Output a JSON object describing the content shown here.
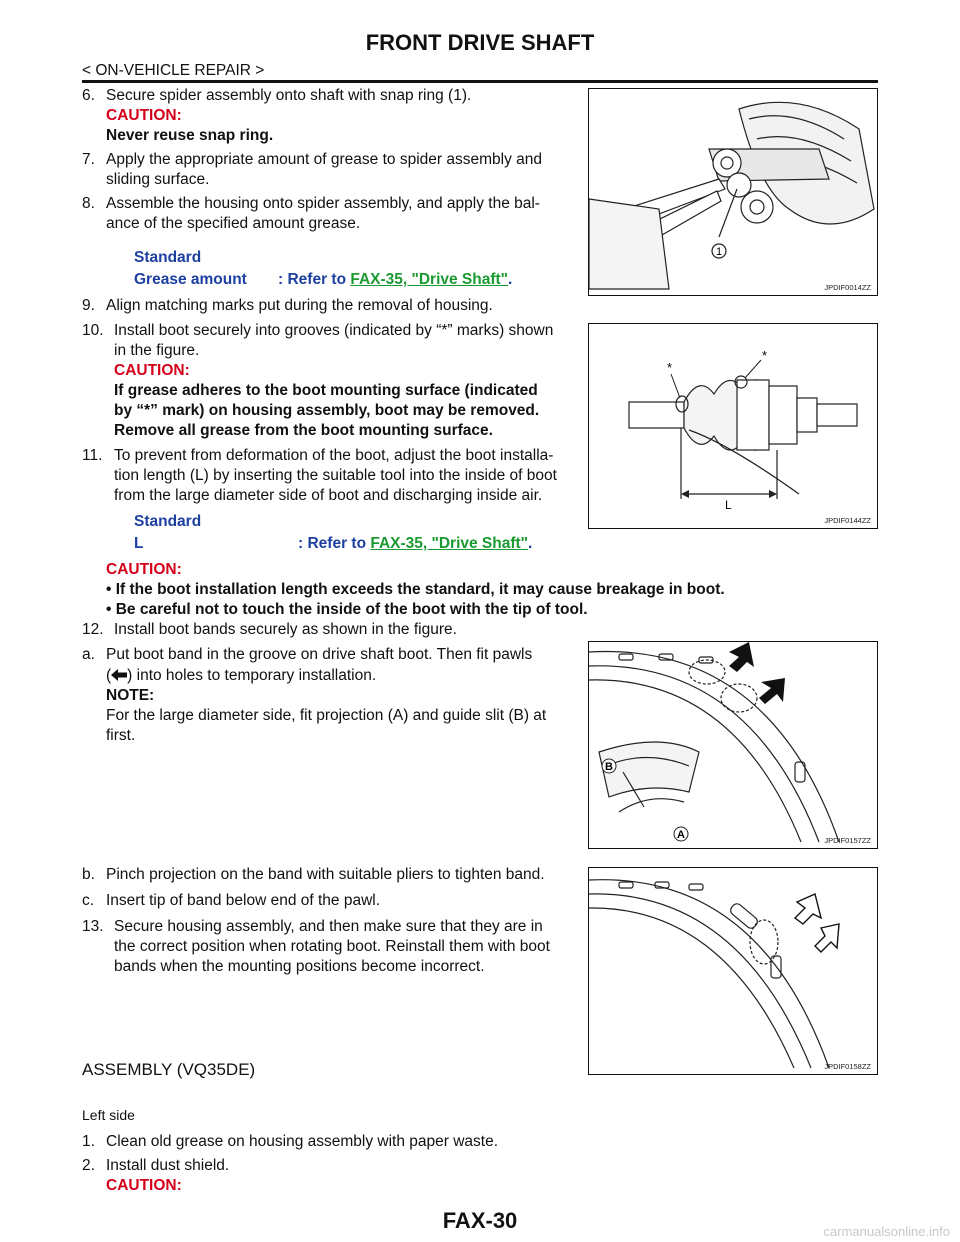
{
  "header": {
    "title": "FRONT DRIVE SHAFT",
    "section": "< ON-VEHICLE REPAIR >"
  },
  "steps": {
    "s6": {
      "num": "6.",
      "text": "Secure spider assembly onto shaft with snap ring (1).",
      "caution_label": "CAUTION:",
      "caution_text": "Never reuse snap ring."
    },
    "s7": {
      "num": "7.",
      "line1": "Apply the appropriate amount of grease to spider assembly and",
      "line2": "sliding surface."
    },
    "s8": {
      "num": "8.",
      "line1": "Assemble the housing onto spider assembly, and apply the bal-",
      "line2": "ance of the specified amount grease."
    },
    "spec1": {
      "label": "Standard",
      "item": "Grease amount",
      "value_prefix": ": Refer to ",
      "link": "FAX-35, \"Drive Shaft\"",
      "end": "."
    },
    "s9": {
      "num": "9.",
      "text": "Align matching marks put during the removal of housing."
    },
    "s10": {
      "num": "10.",
      "line1": "Install boot securely into grooves (indicated by “*” marks) shown",
      "line2": "in the figure.",
      "caution_label": "CAUTION:",
      "c1": "If grease adheres to the boot mounting surface (indicated",
      "c2": "by “*” mark) on housing assembly, boot may be removed.",
      "c3": "Remove all grease from the boot mounting surface."
    },
    "s11": {
      "num": "11.",
      "line1": "To prevent from deformation of the boot, adjust the boot installa-",
      "line2": "tion length (L) by inserting the suitable tool into the inside of boot",
      "line3": "from the large diameter side of boot and discharging inside air."
    },
    "spec2": {
      "label": "Standard",
      "item": "L",
      "value_prefix": ": Refer to ",
      "link": "FAX-35, \"Drive Shaft\"",
      "end": "."
    },
    "caution2": {
      "label": "CAUTION:",
      "b1": "•  If the boot installation length exceeds the standard, it may cause breakage in boot.",
      "b2": "•  Be careful not to touch the inside of the boot with the tip of tool."
    },
    "s12": {
      "num": "12.",
      "text": "Install boot bands securely as shown in the figure."
    },
    "sa": {
      "num": "a.",
      "line1": "Put boot band in the groove on drive shaft boot. Then fit pawls",
      "line2a": "(",
      "line2b": ") into holes to temporary installation.",
      "note_label": "NOTE:",
      "n1": "For the large diameter side, fit projection (A) and guide slit (B) at",
      "n2": "first."
    },
    "sb": {
      "num": "b.",
      "text": "Pinch projection on the band with suitable pliers to tighten band."
    },
    "sc": {
      "num": "c.",
      "text": "Insert tip of band below end of the pawl."
    },
    "s13": {
      "num": "13.",
      "line1": "Secure housing assembly, and then make sure that they are in",
      "line2": "the correct position when rotating boot. Reinstall them with boot",
      "line3": "bands when the mounting positions become incorrect."
    }
  },
  "assembly": {
    "heading": "ASSEMBLY (VQ35DE)",
    "sub": "Left side",
    "s1": {
      "num": "1.",
      "text": "Clean old grease on housing assembly with paper waste."
    },
    "s2": {
      "num": "2.",
      "text": "Install dust shield.",
      "caution_label": "CAUTION:"
    }
  },
  "figures": {
    "fig1": {
      "id": "JPDIF0014ZZ",
      "callout": "1"
    },
    "fig2": {
      "id": "JPDIF0144ZZ",
      "mark": "*",
      "dim": "L"
    },
    "fig3": {
      "id": "JPDIF0157ZZ",
      "label_a": "A",
      "label_b": "B"
    },
    "fig4": {
      "id": "JPDIF0158ZZ"
    }
  },
  "footer": {
    "page": "FAX-30",
    "watermark": "carmanualsonline.info"
  },
  "colors": {
    "caution": "#d4001a",
    "spec_blue": "#1c3fa0",
    "link_green": "#1a9a30"
  }
}
